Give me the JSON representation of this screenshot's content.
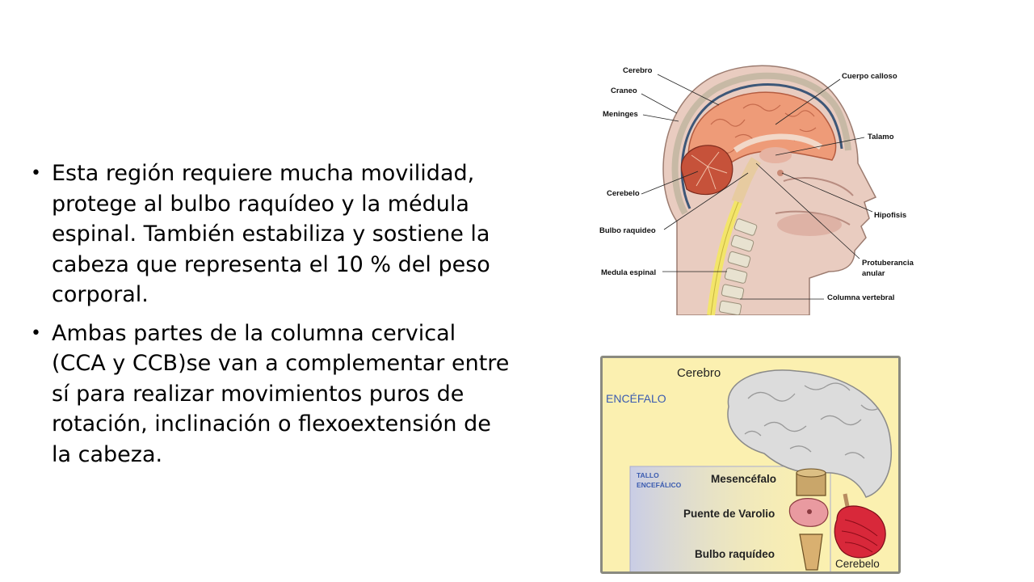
{
  "bullets": [
    "Esta región requiere mucha movilidad, protege al bulbo raquídeo y la médula espinal. También estabiliza y sostiene la cabeza que representa el 10 % del peso corporal.",
    "Ambas partes de la columna cervical (CCA y CCB)se van a complementar entre sí para realizar movimientos puros de rotación, inclinación o flexoextensión de la cabeza."
  ],
  "top_figure": {
    "labels": {
      "cerebro": "Cerebro",
      "craneo": "Craneo",
      "meninges": "Meninges",
      "cerebelo": "Cerebelo",
      "bulbo": "Bulbo raquideo",
      "medula": "Medula espinal",
      "cuerpo_calloso": "Cuerpo calloso",
      "talamo": "Talamo",
      "hipofisis": "Hipofisis",
      "protuberancia_1": "Protuberancia",
      "protuberancia_2": "anular",
      "columna": "Columna vertebral"
    }
  },
  "bottom_figure": {
    "labels": {
      "cerebro": "Cerebro",
      "encefalo": "ENCÉFALO",
      "tallo_1": "TALLO",
      "tallo_2": "ENCEFÁLICO",
      "mesencefalo": "Mesencéfalo",
      "puente": "Puente de Varolio",
      "bulbo": "Bulbo raquídeo",
      "cerebelo": "Cerebelo"
    },
    "colors": {
      "background": "#fbf0b0",
      "encefalo_label": "#3a5bb0",
      "tallo_label": "#3a5bb0",
      "cerebelo": "#d8283a",
      "brain": "#dcdcdc"
    }
  }
}
